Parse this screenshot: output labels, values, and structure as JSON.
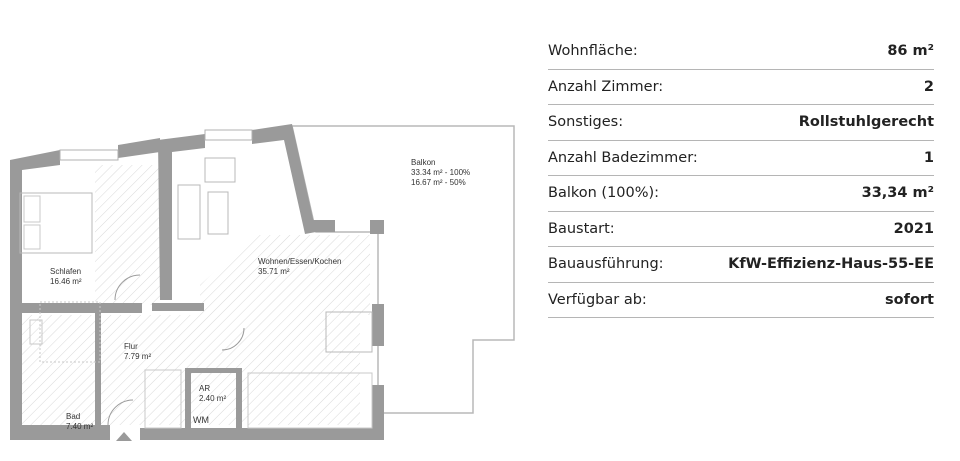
{
  "floorplan": {
    "rooms": [
      {
        "name": "Schlafen",
        "area": "16.46 m²"
      },
      {
        "name": "Wohnen/Essen/Kochen",
        "area": "35.71 m²"
      },
      {
        "name": "Flur",
        "area": "7.79 m²"
      },
      {
        "name": "Bad",
        "area": "7.40 m²"
      },
      {
        "name": "AR",
        "area": "2.40 m²"
      }
    ],
    "balcony": {
      "name": "Balkon",
      "line1": "33.34 m² - 100%",
      "line2": "16.67 m² - 50%"
    },
    "wm_label": "WM",
    "colors": {
      "wall": "#9a9a9a",
      "line": "#b0b0b0",
      "hatch": "#d6d6d6"
    }
  },
  "facts": [
    {
      "label": "Wohnfläche:",
      "value": "86 m²"
    },
    {
      "label": "Anzahl Zimmer:",
      "value": "2"
    },
    {
      "label": "Sonstiges:",
      "value": "Rollstuhlgerecht"
    },
    {
      "label": "Anzahl Badezimmer:",
      "value": "1"
    },
    {
      "label": "Balkon (100%):",
      "value": "33,34 m²"
    },
    {
      "label": "Baustart:",
      "value": "2021"
    },
    {
      "label": "Bauausführung:",
      "value": "KfW-Effizienz-Haus-55-EE"
    },
    {
      "label": "Verfügbar ab:",
      "value": "sofort"
    }
  ]
}
